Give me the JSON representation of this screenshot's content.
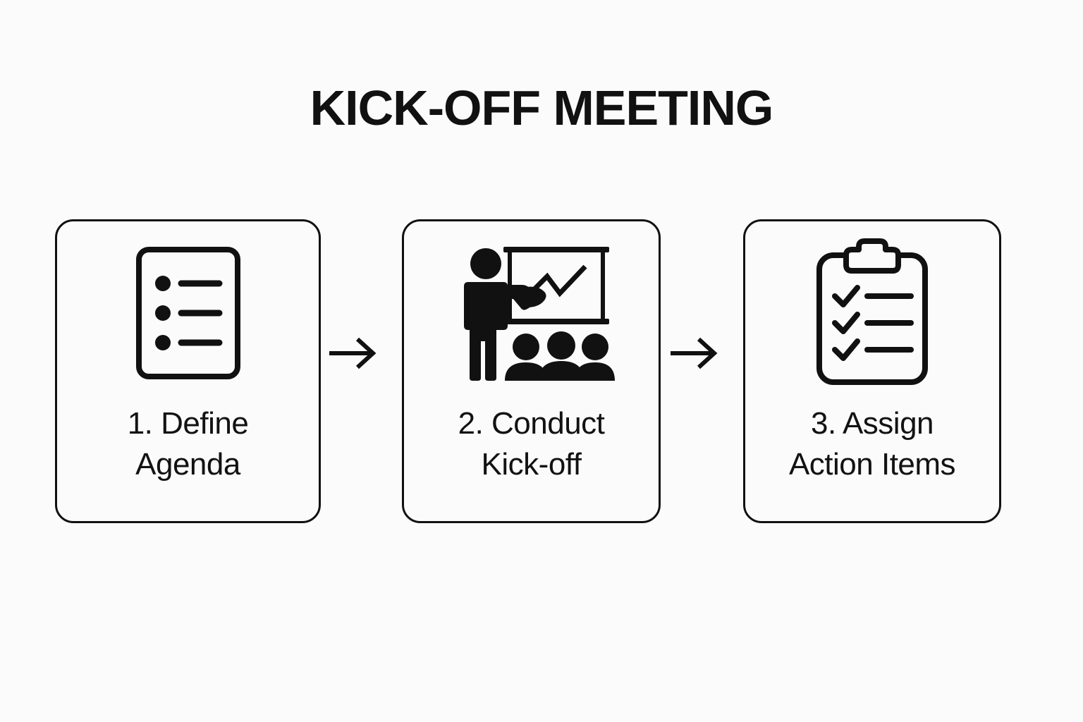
{
  "page": {
    "title": "KICK-OFF MEETING",
    "background_color": "#fbfbfc",
    "ink_color": "#111111"
  },
  "diagram": {
    "type": "horizontal-process-flow",
    "step_count": 3,
    "steps": [
      {
        "number": "1",
        "label": "1. Define\nAgenda",
        "label_line_1": "1. Define",
        "label_line_2": "Agenda",
        "icon": "document-list-icon",
        "icon_description": "Document page with three bullet points and lines"
      },
      {
        "number": "2",
        "label": "2. Conduct\nKick-off",
        "label_line_1": "2. Conduct",
        "label_line_2": "Kick-off",
        "icon": "presentation-icon",
        "icon_description": "Presenter pointing at a chart board in front of three seated attendees"
      },
      {
        "number": "3",
        "label": "3. Assign\nAction Items",
        "label_line_1": "3. Assign",
        "label_line_2": "Action Items",
        "icon": "clipboard-checklist-icon",
        "icon_description": "Clipboard with three checked checklist items"
      }
    ],
    "connectors": [
      {
        "id": "arrow-1",
        "from": "1",
        "to": "2",
        "glyph": "arrow-right-icon"
      },
      {
        "id": "arrow-2",
        "from": "2",
        "to": "3",
        "glyph": "arrow-right-icon"
      }
    ]
  }
}
